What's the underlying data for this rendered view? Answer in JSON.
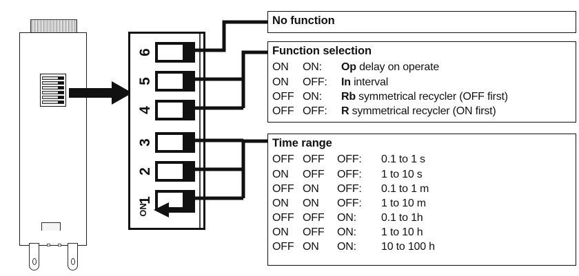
{
  "diagram": {
    "title": "DIP switch configuration diagram",
    "colors": {
      "ink": "#111111",
      "paper": "#ffffff",
      "switch_body": "#111111",
      "rocker": "#ffffff"
    }
  },
  "module": {
    "name": "timer relay module",
    "mini_dip_rows": 6
  },
  "arrow_to_dip": {
    "icon": "arrow-right-icon"
  },
  "dip_block": {
    "on_label": "ON",
    "direction_arrow": "arrow-left-icon",
    "switch_count": 6,
    "switches": [
      {
        "number": "6",
        "state": "off"
      },
      {
        "number": "5",
        "state": "off"
      },
      {
        "number": "4",
        "state": "off"
      },
      {
        "number": "3",
        "state": "off"
      },
      {
        "number": "2",
        "state": "off"
      },
      {
        "number": "1",
        "state": "off"
      }
    ]
  },
  "boxes": {
    "no_function": {
      "title": "No function",
      "connected_switches": [
        "6"
      ]
    },
    "function_selection": {
      "title": "Function selection",
      "connected_switches": [
        "5",
        "4"
      ],
      "rows": [
        {
          "a": "ON",
          "b": "ON:",
          "code": "Op",
          "desc": " delay on operate"
        },
        {
          "a": "ON",
          "b": "OFF:",
          "code": "In",
          "desc": " interval"
        },
        {
          "a": "OFF",
          "b": "ON:",
          "code": "Rb",
          "desc": " symmetrical recycler (OFF first)"
        },
        {
          "a": "OFF",
          "b": "OFF:",
          "code": "R",
          "desc": " symmetrical recycler (ON first)"
        }
      ]
    },
    "time_range": {
      "title": "Time range",
      "connected_switches": [
        "3",
        "2",
        "1"
      ],
      "rows": [
        {
          "a": "OFF",
          "b": "OFF",
          "c": "OFF:",
          "value": "0.1 to 1 s"
        },
        {
          "a": "ON",
          "b": "OFF",
          "c": "OFF:",
          "value": "1 to 10 s"
        },
        {
          "a": "OFF",
          "b": "ON",
          "c": "OFF:",
          "value": "0.1 to 1 m"
        },
        {
          "a": "ON",
          "b": "ON",
          "c": "OFF:",
          "value": "1 to 10 m"
        },
        {
          "a": "OFF",
          "b": "OFF",
          "c": "ON:",
          "value": "0.1 to 1h"
        },
        {
          "a": "ON",
          "b": "OFF",
          "c": "ON:",
          "value": "1 to 10 h"
        },
        {
          "a": "OFF",
          "b": "ON",
          "c": "ON:",
          "value": "10 to 100 h"
        }
      ]
    }
  }
}
